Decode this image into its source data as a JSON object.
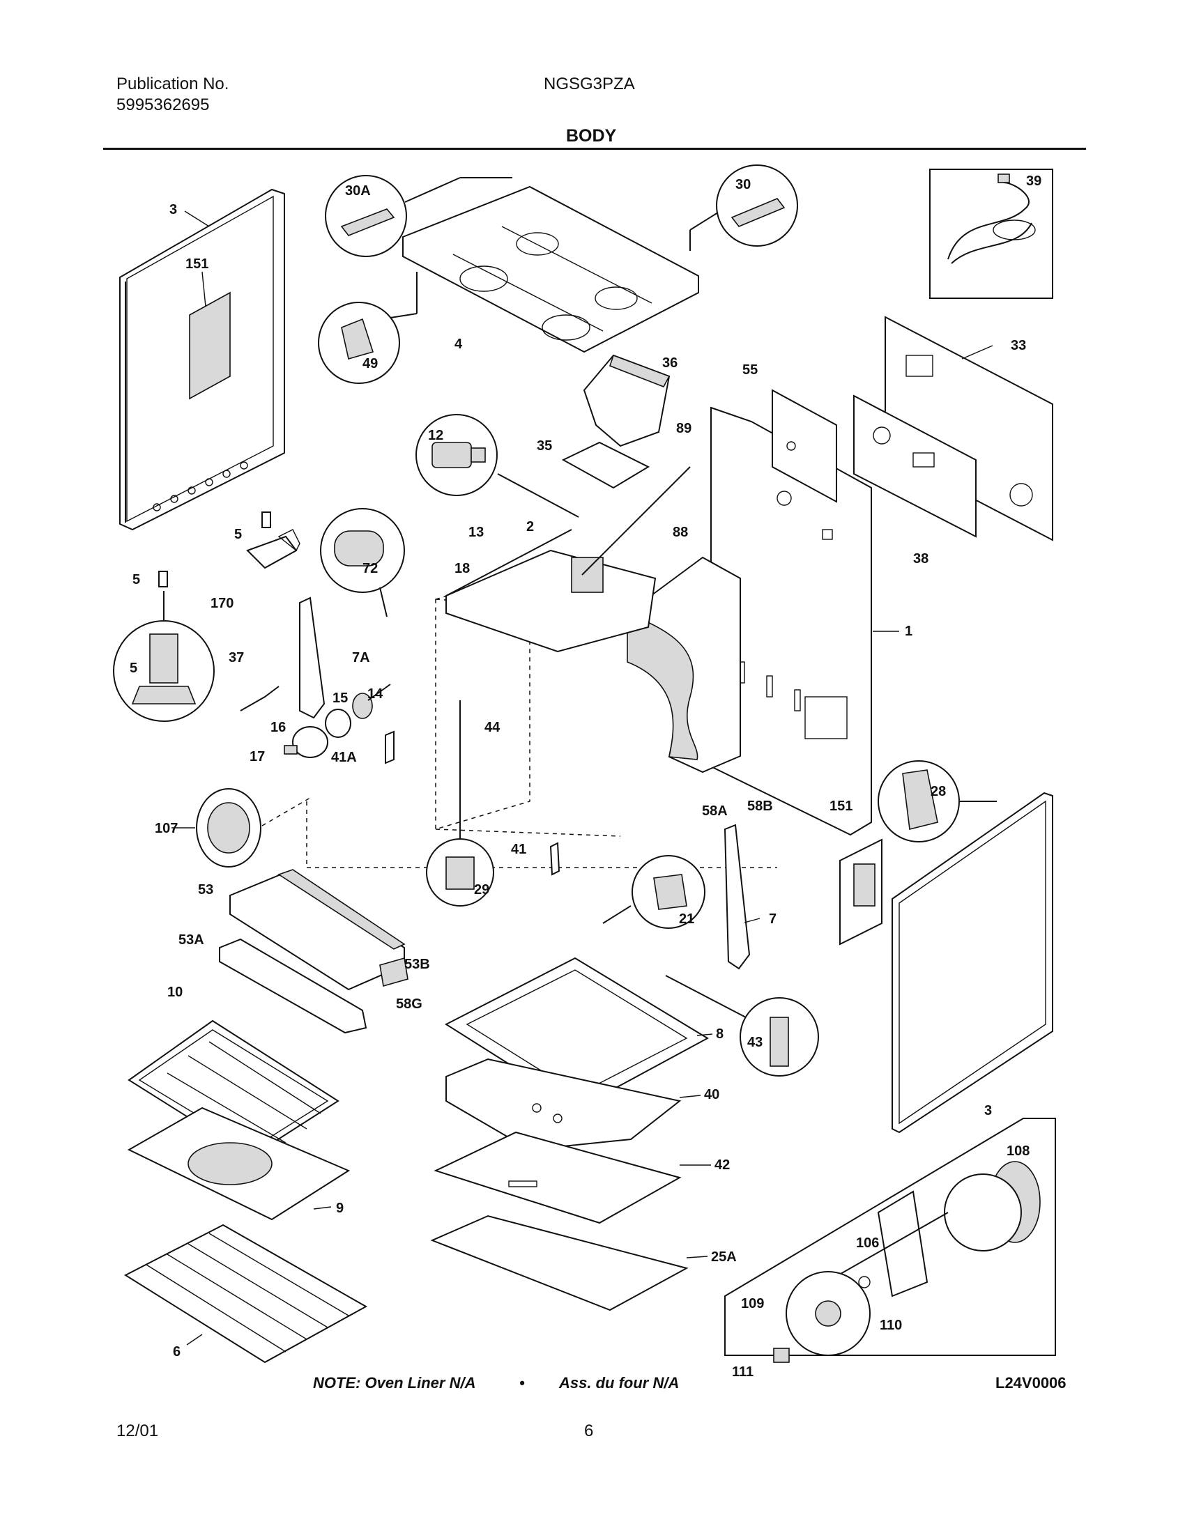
{
  "header": {
    "publication_label": "Publication No.",
    "publication_number": "5995362695",
    "model_number": "NGSG3PZA",
    "section_title": "BODY"
  },
  "callouts": {
    "c3a": "3",
    "c151a": "151",
    "c5a": "5",
    "c5b": "5",
    "c5c": "5",
    "c170": "170",
    "c30A": "30A",
    "c49": "49",
    "c4": "4",
    "c30": "30",
    "c39": "39",
    "c12": "12",
    "c35": "35",
    "c36": "36",
    "c89": "89",
    "c88": "88",
    "c55": "55",
    "c33": "33",
    "c38": "38",
    "c1": "1",
    "c72": "72",
    "c13": "13",
    "c2": "2",
    "c18": "18",
    "c7A": "7A",
    "c37": "37",
    "c14": "14",
    "c15": "15",
    "c16": "16",
    "c17": "17",
    "c41A": "41A",
    "c44": "44",
    "c58A": "58A",
    "c58B": "58B",
    "c107": "107",
    "c29": "29",
    "c41": "41",
    "c21": "21",
    "c7": "7",
    "c151b": "151",
    "c28": "28",
    "c3b": "3",
    "c53": "53",
    "c53A": "53A",
    "c53B": "53B",
    "c58G": "58G",
    "c10": "10",
    "c9": "9",
    "c6": "6",
    "c8": "8",
    "c43": "43",
    "c40": "40",
    "c42": "42",
    "c25A": "25A",
    "c108": "108",
    "c106": "106",
    "c109": "109",
    "c110": "110",
    "c111": "111"
  },
  "footer": {
    "note_left": "NOTE: Oven Liner N/A",
    "note_bullet": "•",
    "note_right": "Ass. du four N/A",
    "drawing_code": "L24V0006",
    "date": "12/01",
    "page_number": "6"
  }
}
